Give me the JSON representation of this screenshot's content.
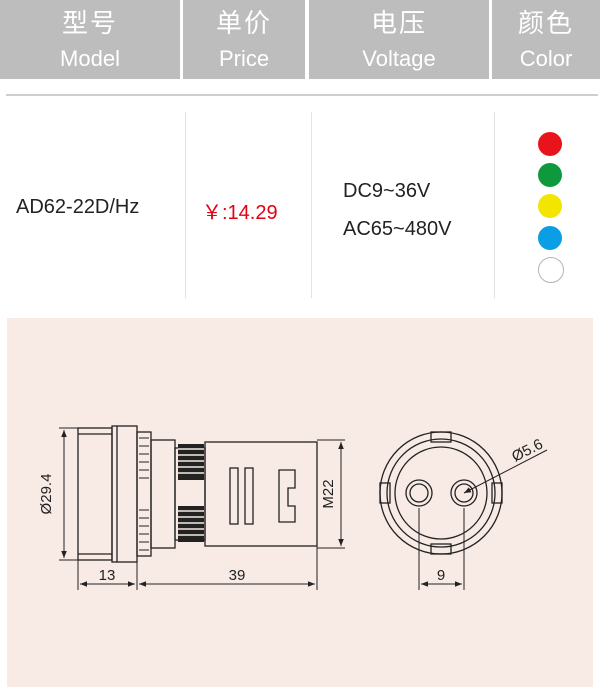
{
  "header": {
    "model_cn": "型号",
    "model_en": "Model",
    "price_cn": "单价",
    "price_en": "Price",
    "voltage_cn": "电压",
    "voltage_en": "Voltage",
    "color_cn": "颜色",
    "color_en": "Color"
  },
  "row": {
    "model": "AD62-22D/Hz",
    "price": "￥:14.29",
    "voltage_dc": "DC9~36V",
    "voltage_ac": "AC65~480V",
    "colors": [
      {
        "name": "red",
        "hex": "#e8131b"
      },
      {
        "name": "green",
        "hex": "#0e9a3c"
      },
      {
        "name": "yellow",
        "hex": "#f3e500"
      },
      {
        "name": "blue",
        "hex": "#0a9ee4"
      },
      {
        "name": "white",
        "hex": "#ffffff"
      }
    ]
  },
  "drawing": {
    "dim_diameter": "Ø29.4",
    "dim_front": "13",
    "dim_length": "39",
    "dim_thread": "M22",
    "dim_hole": "Ø5.6",
    "dim_spacing": "9"
  },
  "colors": {
    "header_bg": "#bdbdbd",
    "price_text": "#e60012",
    "drawing_bg": "#f8ebe6"
  }
}
